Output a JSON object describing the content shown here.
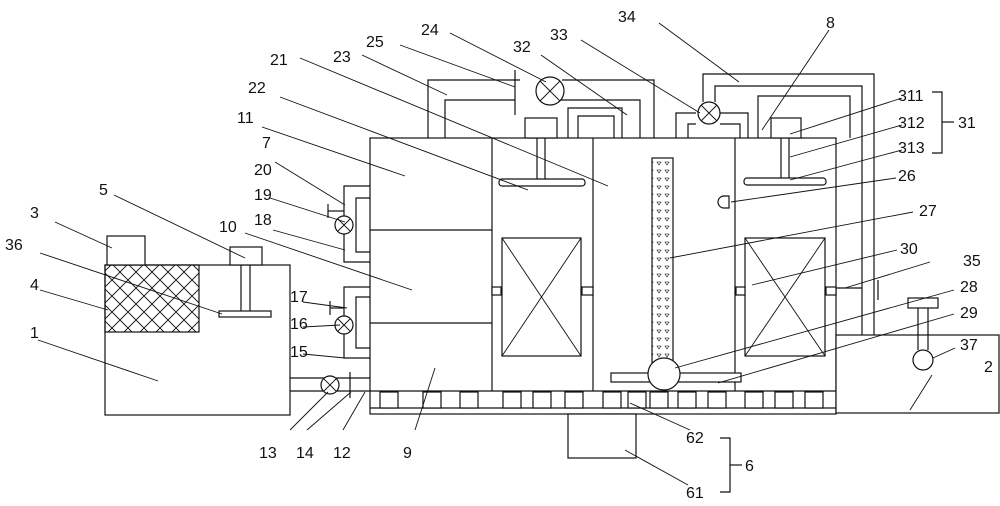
{
  "labels": {
    "l1": "1",
    "l2": "2",
    "l3": "3",
    "l4": "4",
    "l5": "5",
    "l6": "6",
    "l7": "7",
    "l8": "8",
    "l9": "9",
    "l10": "10",
    "l11": "11",
    "l12": "12",
    "l13": "13",
    "l14": "14",
    "l15": "15",
    "l16": "16",
    "l17": "17",
    "l18": "18",
    "l19": "19",
    "l20": "20",
    "l21": "21",
    "l22": "22",
    "l23": "23",
    "l24": "24",
    "l25": "25",
    "l26": "26",
    "l27": "27",
    "l28": "28",
    "l29": "29",
    "l30": "30",
    "l31": "31",
    "l32": "32",
    "l33": "33",
    "l34": "34",
    "l35": "35",
    "l36": "36",
    "l37": "37",
    "l61": "61",
    "l62": "62",
    "l311": "311",
    "l312": "312",
    "l313": "313"
  }
}
